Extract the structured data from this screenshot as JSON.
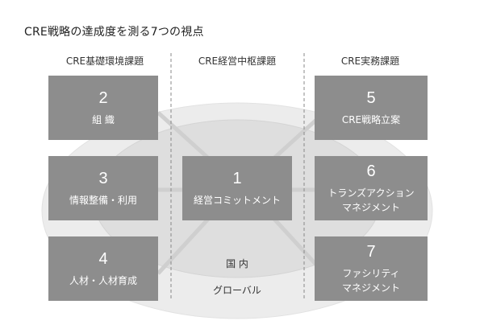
{
  "title": "CRE戦略の達成度を測る7つの視点",
  "columns": [
    "CRE基礎環境課題",
    "CRE経営中枢課題",
    "CRE実務課題"
  ],
  "boxes": {
    "b2": {
      "number": "2",
      "label": "組 織"
    },
    "b3": {
      "number": "3",
      "label": "情報整備・利用"
    },
    "b4": {
      "number": "4",
      "label": "人材・人材育成"
    },
    "b1": {
      "number": "1",
      "label": "経営コミットメント"
    },
    "b5": {
      "number": "5",
      "label": "CRE戦略立案"
    },
    "b6": {
      "number": "6",
      "label_line1": "トランズアクション",
      "label_line2": "マネジメント"
    },
    "b7": {
      "number": "7",
      "label_line1": "ファシリティ",
      "label_line2": "マネジメント"
    }
  },
  "circles": {
    "inner": "国 内",
    "outer": "グローバル"
  },
  "colors": {
    "box": "#8d8d8d",
    "circle_outer": "#ececec",
    "circle_inner": "#dedede",
    "divider": "#888888"
  }
}
